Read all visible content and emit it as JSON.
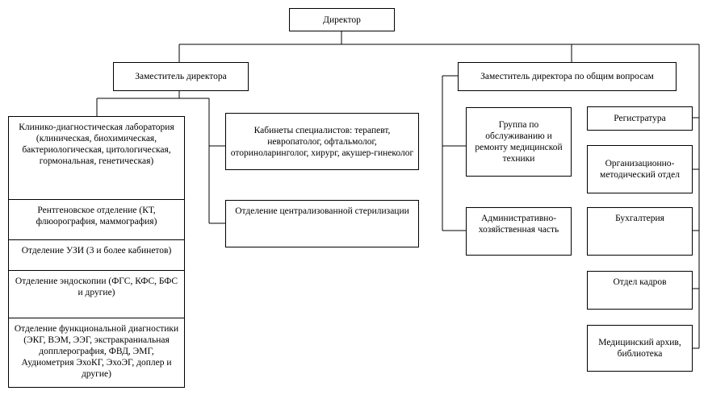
{
  "org_chart": {
    "director": "Директор",
    "deputy_director": "Заместитель директора",
    "deputy_general": "Заместитель директора по общим вопросам",
    "left_column": {
      "clinical_lab": "Клинико-диагностическая лаборатория (клиническая, биохимическая, бактериологическая, цитологическая, гормональная, генетическая)",
      "xray": "Рентгеновское отделение (КТ, флюорография, маммография)",
      "ultrasound": "Отделение УЗИ (3 и более кабинетов)",
      "endoscopy": "Отделение эндоскопии (ФГС, КФС, БФС и другие)",
      "functional_diag": "Отделение функциональной диагностики (ЭКГ, ВЭМ, ЭЭГ, экстракраниальная допплерография, ФВД, ЭМГ, Аудиометрия ЭхоКГ, ЭхоЭГ, доплер и другие)"
    },
    "specialists": "Кабинеты специалистов: терапевт, невропатолог, офтальмолог, оториноларинголог, хирург, акушер-гинеколог",
    "sterilization": "Отделение централизованной стерилизации",
    "maintenance_group": "Группа по обслуживанию и ремонту медицинской техники",
    "admin_part": "Административно-хозяйственная часть",
    "right_column": {
      "registry": "Регистратура",
      "methodical": "Организационно-методический отдел",
      "accounting": "Бухгалтерия",
      "hr": "Отдел кадров",
      "archive": "Медицинский архив, библиотека"
    }
  }
}
